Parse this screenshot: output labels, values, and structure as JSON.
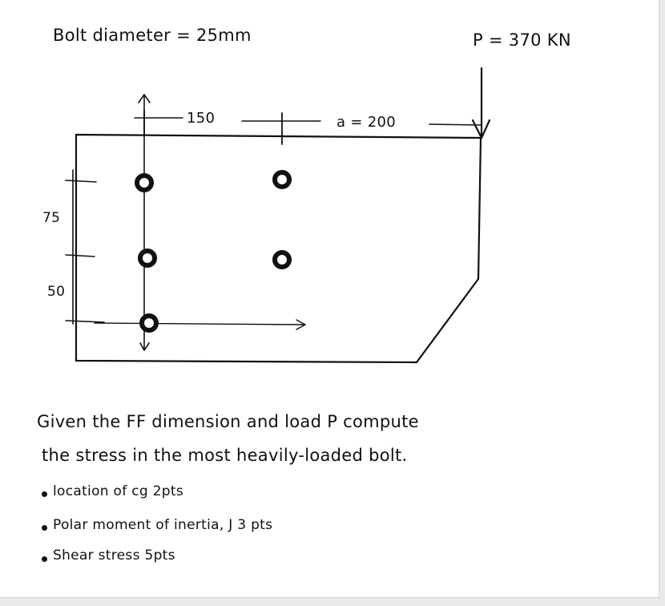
{
  "header": {
    "bolt_diameter": "Bolt diameter = 25mm",
    "load": "P = 370 KN"
  },
  "dimensions": {
    "horizontal_spacing": "150",
    "eccentricity": "a = 200",
    "vertical_top": "75",
    "vertical_bottom": "50"
  },
  "problem": {
    "line1": "Given the FF dimension and load P compute",
    "line2": "the stress in the most heavily-loaded bolt."
  },
  "tasks": [
    "location of cg 2pts",
    "Polar moment of inertia, J 3 pts",
    "Shear stress 5pts"
  ]
}
